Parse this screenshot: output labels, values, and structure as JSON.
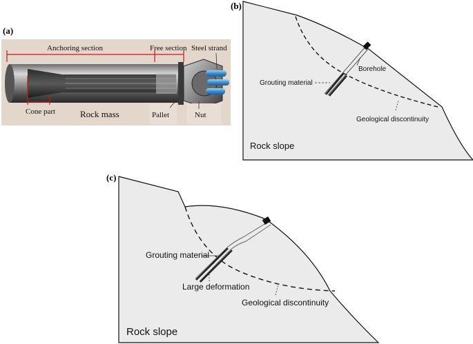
{
  "panel_a": {
    "label": "(a)",
    "anchoring_section": "Anchoring section",
    "free_section": "Free section",
    "steel_strand": "Steel strand",
    "cone_part": "Cone part",
    "rock_mass": "Rock mass",
    "pallet": "Pallet",
    "nut": "Nut"
  },
  "panel_b": {
    "label": "(b)",
    "borehole": "Borehole",
    "grouting_material": "Grouting material",
    "geological_discontinuity": "Geological discontinuity",
    "rock_slope": "Rock slope"
  },
  "panel_c": {
    "label": "(c)",
    "grouting_material": "Grouting material",
    "large_deformation": "Large deformation",
    "geological_discontinuity": "Geological discontinuity",
    "rock_slope": "Rock slope"
  }
}
